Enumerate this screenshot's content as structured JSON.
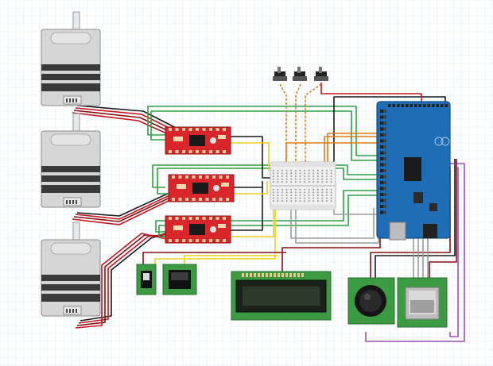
{
  "diagram": {
    "background": "#ffffff",
    "grid_color": "#dcecf6",
    "board_color": "#1f6db5",
    "driver_color": "#d9262a",
    "green_pcb": "#3c9a43",
    "lcd_screen": "#222c22",
    "motor_body": "#d6d6d6",
    "motor_dark": "#3a3a3a",
    "wire_colors": {
      "black": "#1a1a1a",
      "red": "#c8141e",
      "green": "#2ea043",
      "yellow": "#e8d21a",
      "orange": "#e07b16",
      "gray": "#9b9b9b",
      "purple": "#9b4fb2",
      "dark_red": "#8a0f12"
    },
    "components": [
      {
        "kind": "stepper-motor",
        "label": ""
      },
      {
        "kind": "stepper-motor",
        "label": ""
      },
      {
        "kind": "stepper-motor",
        "label": ""
      },
      {
        "kind": "stepper-driver",
        "label": ""
      },
      {
        "kind": "stepper-driver",
        "label": ""
      },
      {
        "kind": "stepper-driver",
        "label": ""
      },
      {
        "kind": "breadboard",
        "label": ""
      },
      {
        "kind": "microcontroller-board",
        "label": ""
      },
      {
        "kind": "slide-switch",
        "label": ""
      },
      {
        "kind": "slide-switch",
        "label": ""
      },
      {
        "kind": "slide-switch",
        "label": ""
      },
      {
        "kind": "toggle-switch",
        "label": ""
      },
      {
        "kind": "rocker-switch",
        "label": ""
      },
      {
        "kind": "lcd-display",
        "label": ""
      },
      {
        "kind": "joystick",
        "label": ""
      },
      {
        "kind": "sd-card-module",
        "label": ""
      }
    ]
  }
}
